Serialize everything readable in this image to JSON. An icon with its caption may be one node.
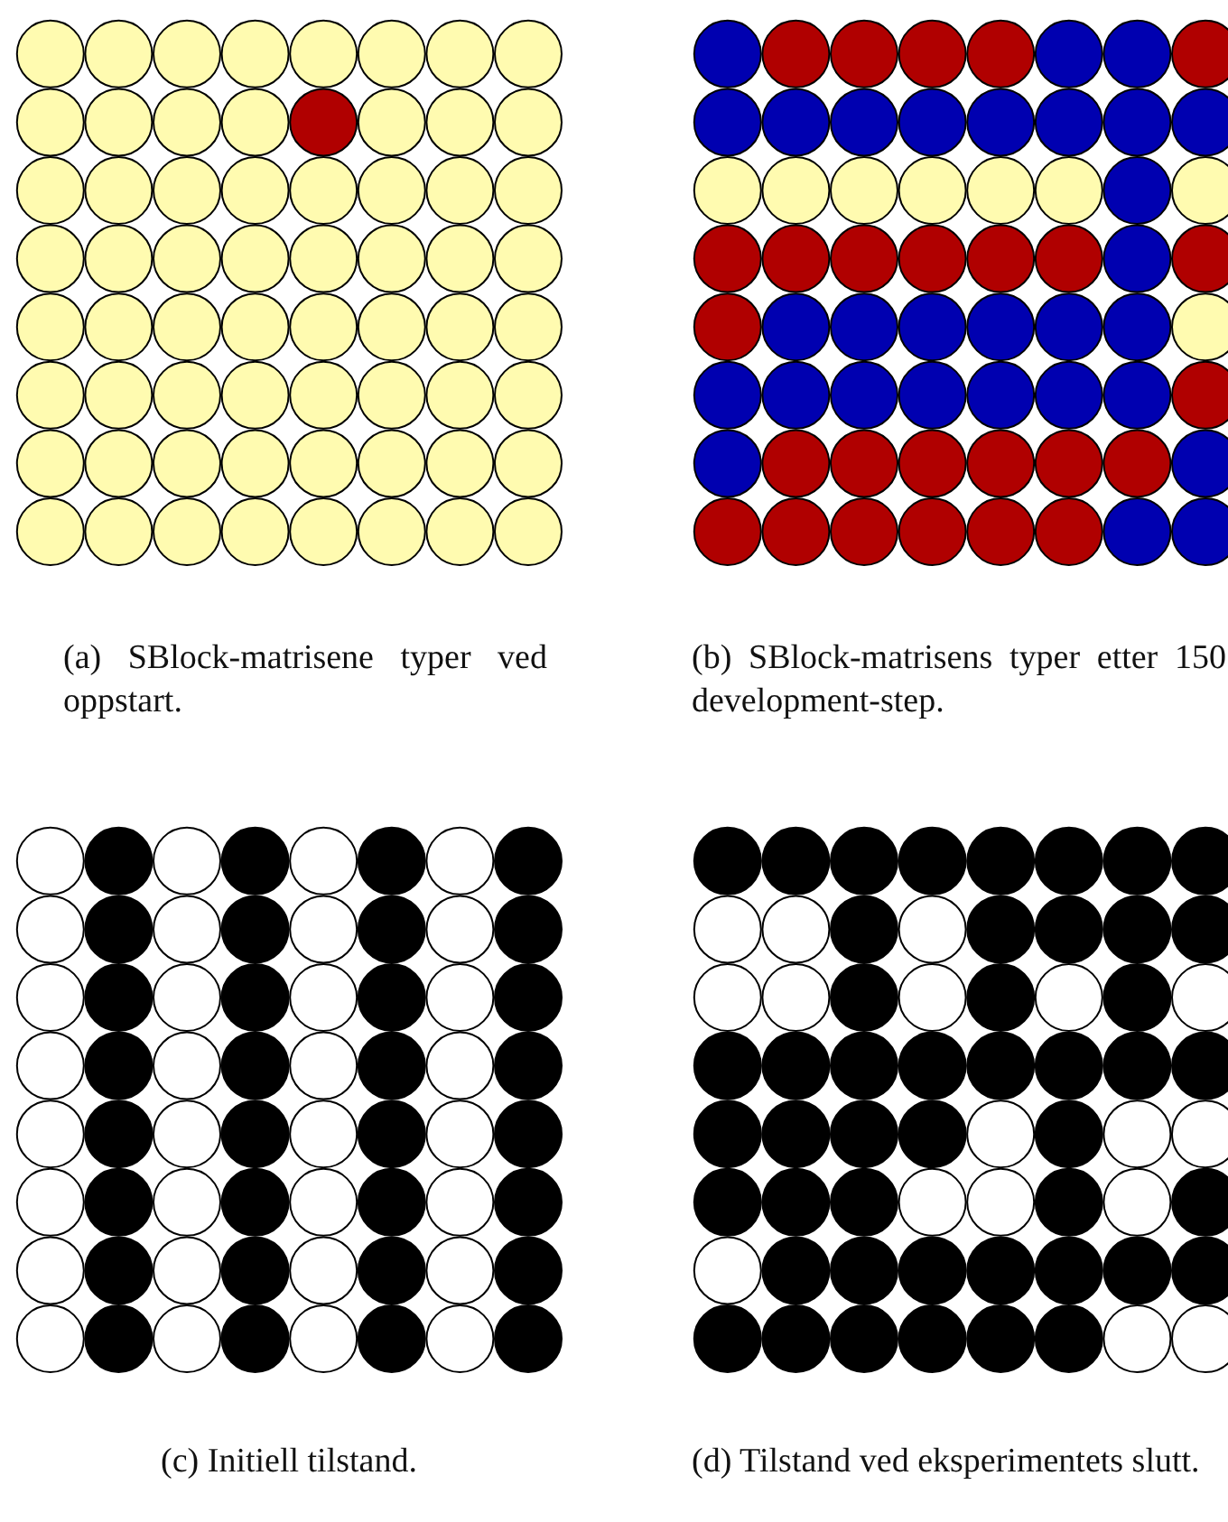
{
  "diagram": {
    "labels": [
      "(a) SBlock-matrisene typer ved oppstart.",
      "(b) SBlock-matrisens typer etter 150 development-step.",
      "(c) Initiell tilstand.",
      "(d) Tilstand ved eksperimentets slutt."
    ]
  }
}
